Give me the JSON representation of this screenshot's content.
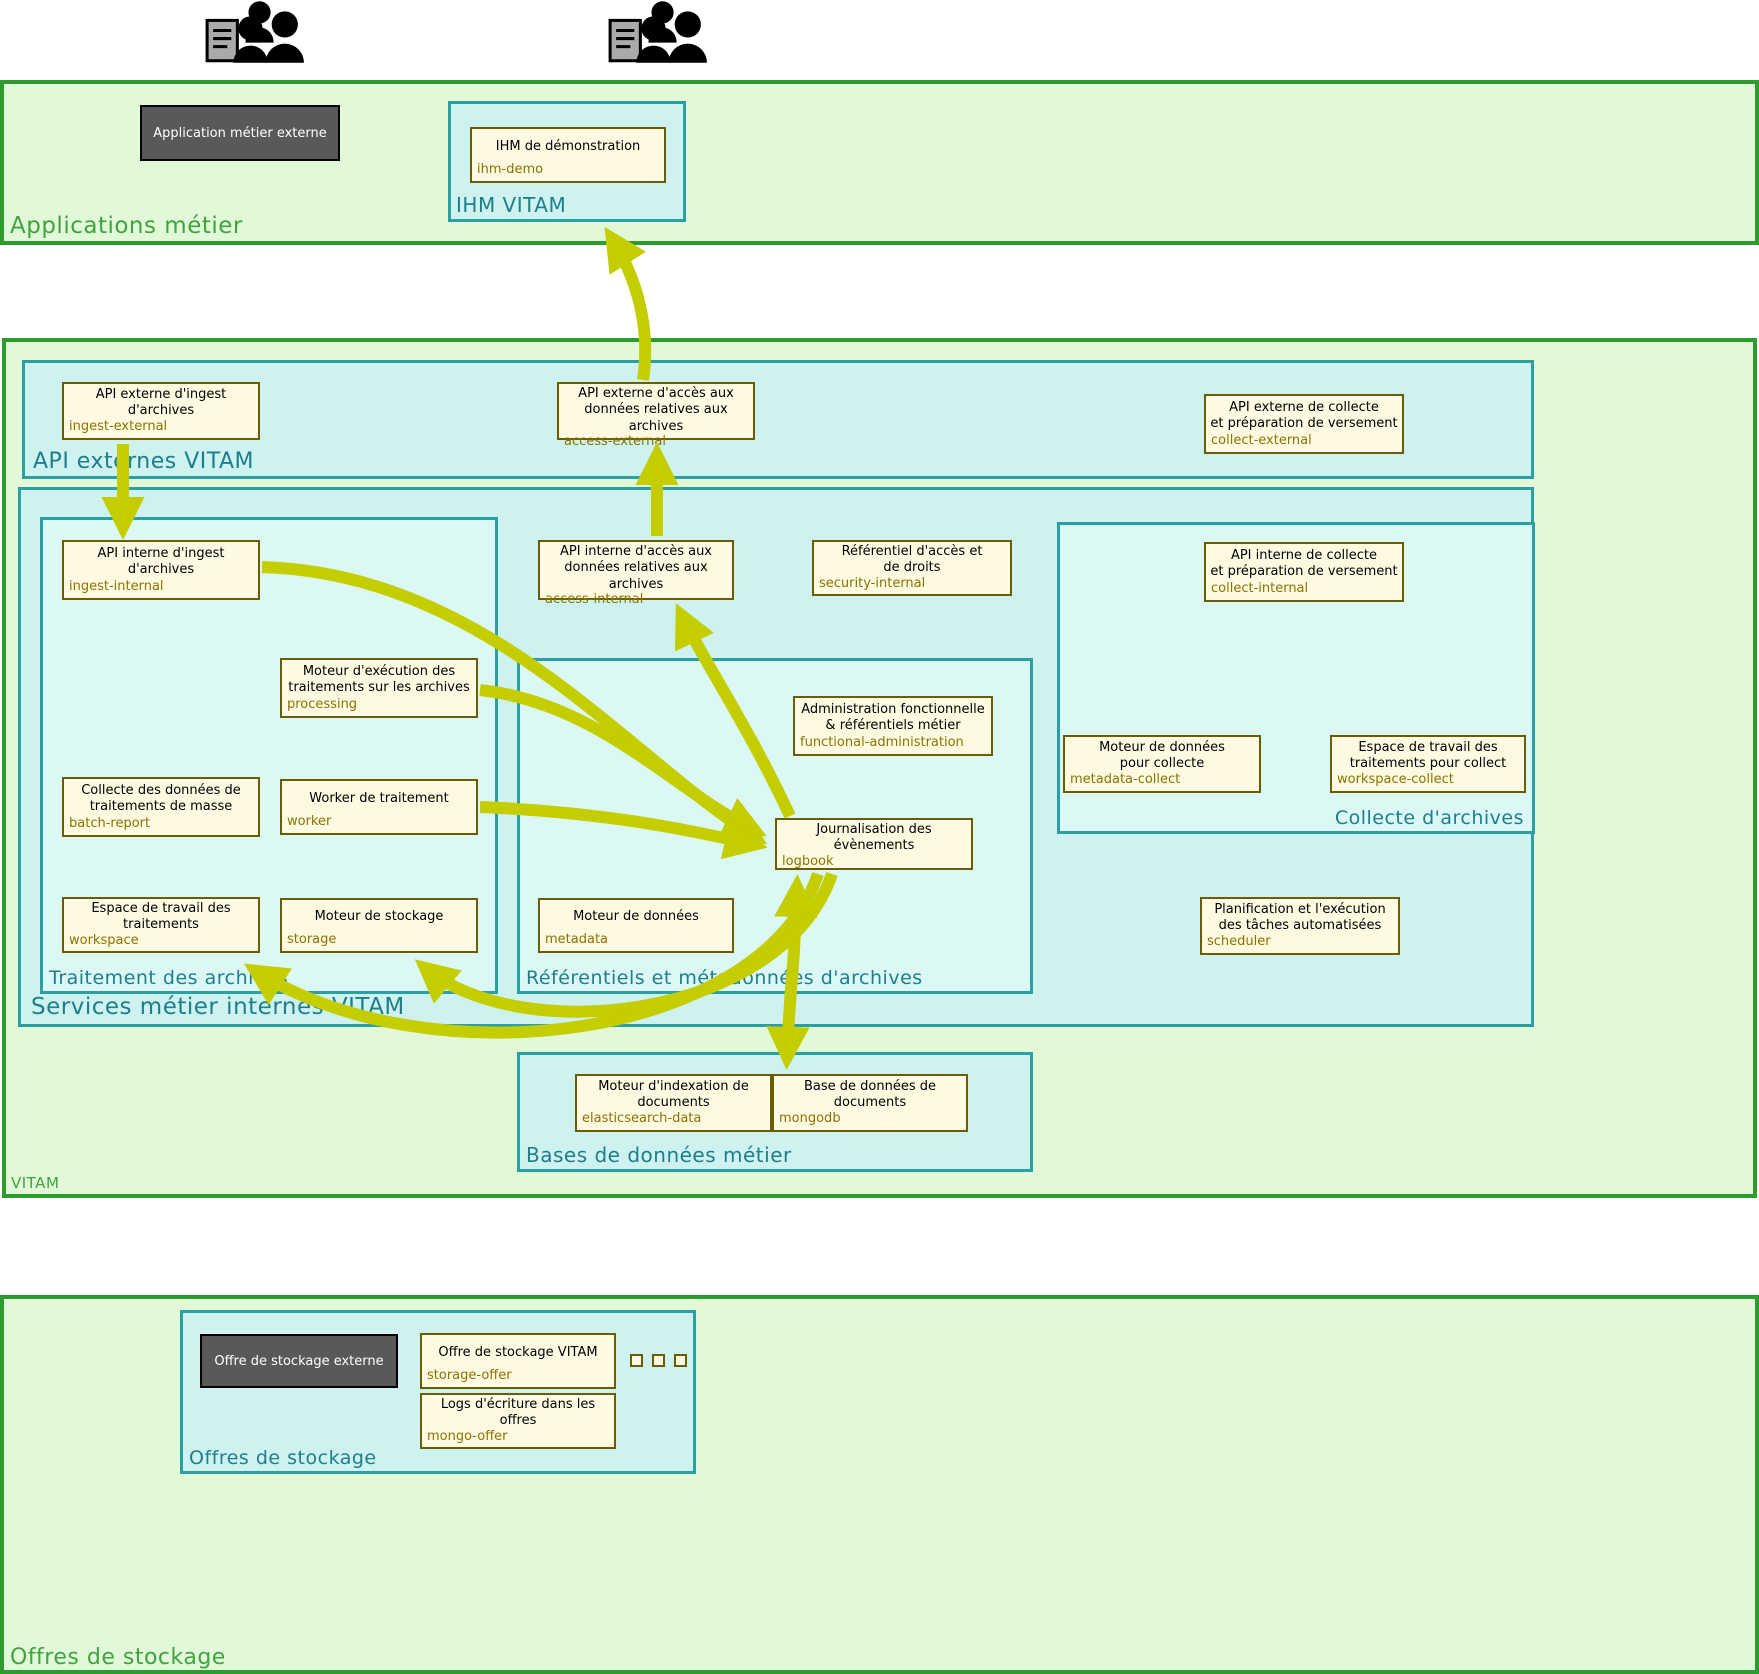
{
  "colors": {
    "section_green_border": "#2d9b2d",
    "section_green_fill": "#e1f9d9",
    "panel_teal_border": "#2aa0a4",
    "panel_teal_fill": "#cdf2ef",
    "component_fill": "#fdfae1",
    "component_border": "#6b5c00",
    "component_code_text": "#8b7300",
    "dark_component_fill": "#58595b",
    "arrow": "#c3cd00",
    "label_green": "#3fa33f",
    "label_teal": "#1d7f8c"
  },
  "icons": {
    "users_left": "users-icon",
    "users_center": "users-icon",
    "more_offers": "more-offers-icon"
  },
  "applications": {
    "label": "Applications métier",
    "external_app_label": "Application métier externe",
    "ihm": {
      "label": "IHM VITAM",
      "demo": {
        "title": "IHM de démonstration",
        "code": "ihm-demo"
      }
    }
  },
  "vitam": {
    "label": "VITAM",
    "api_externes": {
      "label": "API externes VITAM",
      "ingest_external": {
        "title": "API externe d'ingest\nd'archives",
        "code": "ingest-external"
      },
      "access_external": {
        "title": "API externe d'accès aux\ndonnées relatives aux archives",
        "code": "access-external"
      },
      "collect_external": {
        "title": "API externe de collecte\net préparation de versement",
        "code": "collect-external"
      }
    },
    "services": {
      "label": "Services métier internes VITAM",
      "traitement": {
        "label": "Traitement des archives",
        "ingest_internal": {
          "title": "API interne d'ingest\nd'archives",
          "code": "ingest-internal"
        },
        "processing": {
          "title": "Moteur d'exécution des\ntraitements sur les archives",
          "code": "processing"
        },
        "batch_report": {
          "title": "Collecte des données de\ntraitements de masse",
          "code": "batch-report"
        },
        "worker": {
          "title": "Worker de traitement",
          "code": "worker"
        },
        "workspace": {
          "title": "Espace de travail des\ntraitements",
          "code": "workspace"
        },
        "storage": {
          "title": "Moteur de stockage",
          "code": "storage"
        }
      },
      "referentiels": {
        "label": "Référentiels et métadonnées d'archives",
        "functional_administration": {
          "title": "Administration fonctionnelle\n& référentiels métier",
          "code": "functional-administration"
        },
        "logbook": {
          "title": "Journalisation des évènements",
          "code": "logbook"
        },
        "metadata": {
          "title": "Moteur de données",
          "code": "metadata"
        }
      },
      "access_internal": {
        "title": "API interne d'accès aux\ndonnées relatives aux archives",
        "code": "access-internal"
      },
      "security_internal": {
        "title": "Référentiel d'accès et\nde droits",
        "code": "security-internal"
      },
      "collecte": {
        "label": "Collecte d'archives",
        "collect_internal": {
          "title": "API interne de collecte\net préparation de versement",
          "code": "collect-internal"
        },
        "metadata_collect": {
          "title": "Moteur de données\npour collecte",
          "code": "metadata-collect"
        },
        "workspace_collect": {
          "title": "Espace de travail des\ntraitements pour collect",
          "code": "workspace-collect"
        }
      },
      "scheduler": {
        "title": "Planification et l'exécution\ndes tâches automatisées",
        "code": "scheduler"
      }
    },
    "bases": {
      "label": "Bases de données métier",
      "elasticsearch": {
        "title": "Moteur d'indexation de\ndocuments",
        "code": "elasticsearch-data"
      },
      "mongodb": {
        "title": "Base de données de\ndocuments",
        "code": "mongodb"
      }
    }
  },
  "offres": {
    "label": "Offres de stockage",
    "panel_label": "Offres de stockage",
    "external_offer_label": "Offre de stockage externe",
    "storage_offer": {
      "title": "Offre de stockage VITAM",
      "code": "storage-offer"
    },
    "mongo_offer": {
      "title": "Logs d'écriture dans les offres",
      "code": "mongo-offer"
    }
  }
}
